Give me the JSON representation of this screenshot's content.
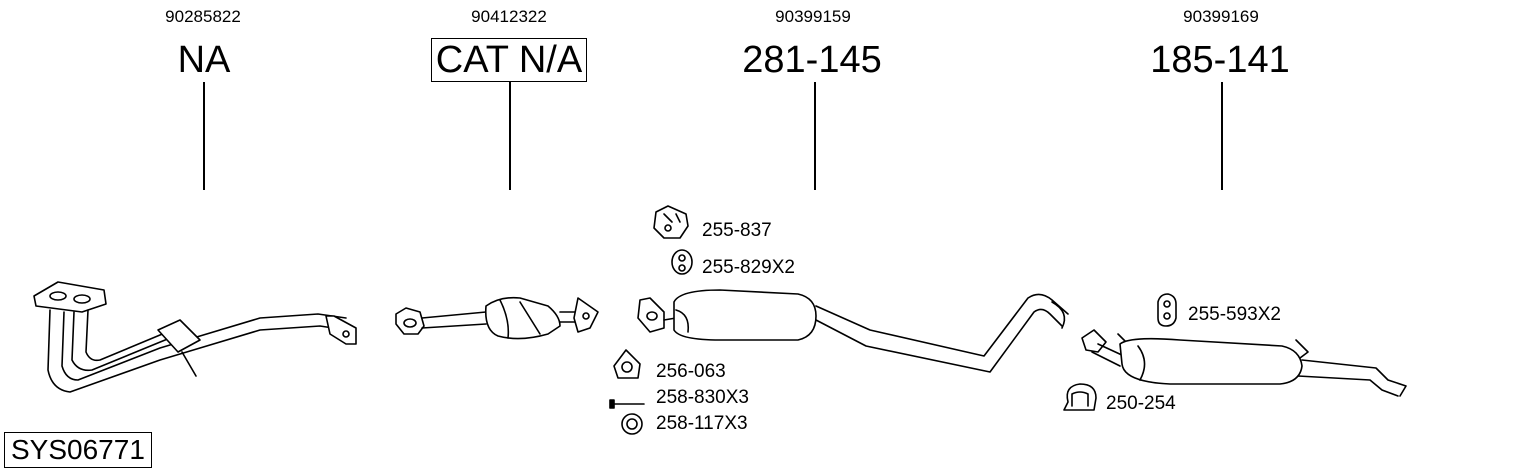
{
  "columns": [
    {
      "oem": "90285822",
      "code": "NA",
      "boxed": false
    },
    {
      "oem": "90412322",
      "code": "CAT N/A",
      "boxed": true
    },
    {
      "oem": "90399159",
      "code": "281-145",
      "boxed": false
    },
    {
      "oem": "90399169",
      "code": "185-141",
      "boxed": false
    }
  ],
  "accessories": {
    "hanger_837": "255-837",
    "rubber_829": "255-829X2",
    "rubber_593": "255-593X2",
    "gasket_063": "256-063",
    "bolt_830": "258-830X3",
    "washer_117": "258-117X3",
    "clamp_254": "250-254"
  },
  "system_code": "SYS06771"
}
